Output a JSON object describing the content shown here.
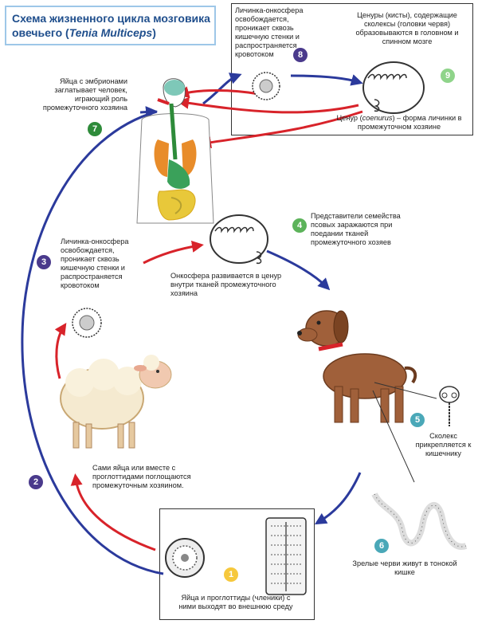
{
  "title": {
    "line1": "Схема жизненного цикла мозговика",
    "line2_prefix": "овечьего (",
    "line2_italic": "Tenia Multiceps",
    "line2_suffix": ")"
  },
  "steps": [
    {
      "num": "1",
      "color": "#f6c83c",
      "text": "Яйца и проглоттиды (членики) с ними выходят во внешнюю среду"
    },
    {
      "num": "2",
      "color": "#4a3a8c",
      "text": "Сами яйца или вместе с проглоттидами поглощаются промежуточным хозяином."
    },
    {
      "num": "3",
      "color": "#4a3a8c",
      "text": "Личинка-онкосфера освобождается, проникает сквозь кишечную стенки и распространяется кровотоком"
    },
    {
      "num": "4",
      "color": "#5cb35a",
      "text": "Представители семейства псовых заражаются при поедании тканей промежуточного хозяев"
    },
    {
      "num": "5",
      "color": "#4aa8b8",
      "text": "Сколекс прикрепляется к кишечнику"
    },
    {
      "num": "6",
      "color": "#4aa8b8",
      "text": "Зрелые черви живут в тонокой кишке"
    },
    {
      "num": "7",
      "color": "#2e8b3a",
      "text": "Яйца с эмбрионами заглатывает человек, играющий роль промежуточного хозяина"
    },
    {
      "num": "8",
      "color": "#4a3a8c",
      "text": "Личинка-онкосфера освобождается, проникает сквозь кишечную стенки и распространяется кровотоком"
    },
    {
      "num": "9",
      "color": "#8fd48a",
      "text": "Ценуры (кисты), содержащие сколексы (головки червя) образовываются в головном и спинном мозге"
    }
  ],
  "captions": {
    "oncosphere": "Онкосфера развивается в ценур внутри тканей промежуточного хозяина",
    "coenurus_prefix": "Ценур (",
    "coenurus_italic": "coenurus",
    "coenurus_suffix": ") – форма личинки в промежуточном хозяине"
  },
  "colors": {
    "blue_arrow": "#2b3a9c",
    "red_arrow": "#d8232a",
    "title_text": "#1f4e8c",
    "title_border": "#9ec7e8"
  },
  "icons": [
    "human-organs-icon",
    "sheep-icon",
    "dog-icon",
    "oncosphere-icon",
    "coenurus-icon",
    "scolex-icon",
    "tapeworm-icon",
    "egg-icon",
    "proglottid-icon"
  ]
}
